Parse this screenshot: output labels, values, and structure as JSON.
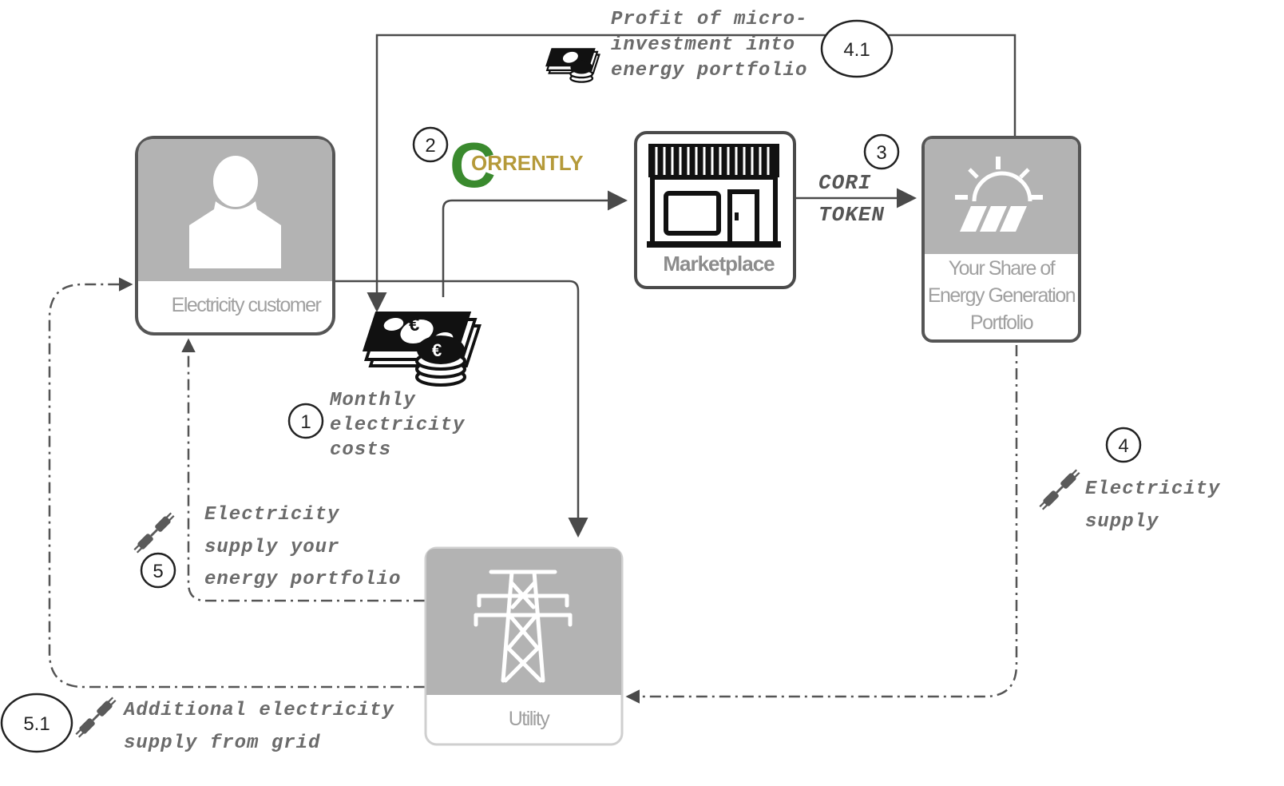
{
  "nodes": {
    "customer": {
      "label": "Electricity customer"
    },
    "marketplace": {
      "label": "Marketplace"
    },
    "portfolio": {
      "label_lines": [
        "Your Share of",
        "Energy Generation",
        "Portfolio"
      ]
    },
    "utility": {
      "label": "Utility"
    }
  },
  "brand": {
    "initial": "C",
    "rest": "ORRENTLY"
  },
  "steps": {
    "s1": "1",
    "s2": "2",
    "s3": "3",
    "s4": "4",
    "s41": "4.1",
    "s5": "5",
    "s51": "5.1"
  },
  "annotations": {
    "monthly_costs": [
      "Monthly",
      "electricity",
      "costs"
    ],
    "cori_token": [
      "CORI",
      "TOKEN"
    ],
    "profit": [
      "Profit of micro-",
      "investment into",
      "energy portfolio"
    ],
    "electricity_supply": [
      "Electricity",
      "supply"
    ],
    "supply_portfolio": [
      "Electricity",
      "supply your",
      "energy portfolio"
    ],
    "additional_supply": [
      "Additional electricity",
      "supply from grid"
    ]
  },
  "icons": [
    "person-icon",
    "shop-icon",
    "solar-panel-icon",
    "power-tower-icon",
    "euro-cash-icon",
    "plug-icon"
  ],
  "colors": {
    "box_fill": "#b3b3b3",
    "box_border": "#555555",
    "brand_green": "#3a8a2e",
    "brand_gold": "#b59a3a",
    "line": "#4a4a4a"
  }
}
